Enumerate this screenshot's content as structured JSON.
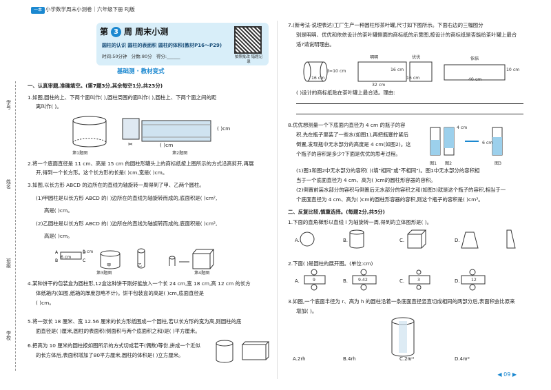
{
  "header": {
    "tag": "一本",
    "series": "小学数学周末小测卷｜六年级下册 RJ版",
    "week_pre": "第",
    "week_num": "3",
    "week_post": "周  周末小测",
    "topics": "圆柱的认识   圆柱的表面积   圆柱的体积(教材P16～P29)",
    "time": "时间:50分钟",
    "score": "分数:80分",
    "got": "得分:______",
    "qr_caption": "拍照批改 错题记录",
    "section": "基础测 · 教材变式"
  },
  "side": {
    "s1": "学号",
    "s2": "姓名",
    "s3": "班级",
    "s4": "学校"
  },
  "left": {
    "q1h": "一、认真审题,准确填空。(第7题3分,其余每空1分,共23分)",
    "q1a": "1.如图,圆柱的上、下两个面叫作(          ),圆柱周围的面叫作(          ),圆柱上、下两个面之间的距",
    "q1b": "离叫作(          )。",
    "cm1": "(          )cm",
    "cm2": "(          )cm",
    "f1": "第1题图",
    "f2": "第2题图",
    "q2a": "2.将一个底面直径是 11 cm、高是 15 cm 的圆柱形罐头上的商标纸按上图所示的方式沿高剪开,再展",
    "q2b": "开,得到一个长方形。这个长方形的长是(          )cm,宽是(          )cm。",
    "q3a": "3.如图,以长方形 ABCD 的边所在的直线为轴旋转一周得到了甲、乙两个圆柱。",
    "q3b": "(1)甲圆柱是以长方形 ABCD 的(          )边所在的直线为轴旋转而成的,底面积是(          )cm²,",
    "q3c": "高是(          )cm。",
    "q3d": "(2)乙圆柱是以长方形 ABCD 的(          )边所在的直线为轴旋转而成的,底面积是(          )cm²,",
    "q3e": "高是(          )cm。",
    "f3": "第3题图",
    "f4": "第4题图",
    "lab6": "6 cm",
    "lab1": "1 cm",
    "jia": "甲",
    "yi": "乙",
    "q4a": "4.某种饼干的包装盒为圆柱形,12盒这种饼干刚好能放入一个长 24 cm,宽 18 cm,高 12 cm 的长方",
    "q4b": "体纸箱内(如图,纸箱的厚度忽略不计)。饼干包装盒的高是(          )cm,底面直径是",
    "q4c": "(          )cm。",
    "q5a": "5.将一张长 18 厘米、宽 12.56 厘米的长方形纸围成一个圆柱,若以长方形的宽为高,则圆柱的底",
    "q5b": "面直径是(          )厘米,圆柱的表面积(侧面积与两个底面积之和)是(          )平方厘米。",
    "q6a": "6.把高为 10 厘米的圆柱按如图所示的方式切成若干(偶数)等份,拼成一个近似",
    "q6b": "的长方体后,表面积增加了80平方厘米,圆柱的体积是(          )立方厘米。"
  },
  "right": {
    "q7a": "7.(新考法·说理表达)工厂生产一种圆柱形茶叶罐,尺寸如下图所示。下面右边的三幅图分",
    "q7b": "别是明明、优优和依依设计的茶叶罐侧面的商标纸的示意图,按设计的商标纸是否能给茶叶罐上最合",
    "q7c": "适?请说明理由。",
    "n1": "明明",
    "n2": "优优",
    "n3": "依依",
    "d10": "d=10 cm",
    "h16": "16 cm",
    "w16": "16 cm",
    "w16b": "16 cm",
    "w32": "32 cm",
    "w40": "40 cm",
    "h10": "10 cm",
    "q7d": "(     )设计的商标纸贴在茶叶罐上最合适。理由:",
    "q8a": "8.优优想测量一个下底面内直径为 4 cm 的瓶子的容",
    "q8b": "积,先在瓶子里装了一些水(如图1),再把瓶塞拧紧后",
    "q8c": "倒置,发现瓶中无水部分的高度是 4 cm(如图2)。这",
    "q8d": "个瓶子的容积是多少?下面是优优的思考过程。",
    "q8e": "(1)图1和图2中无水部分的容积(          )(填\"相同\"或\"不相同\")。图1中无水部分的容积相",
    "q8f": "当于一个底面直径为 4 cm、高为(          )cm的圆柱形容器的容积。",
    "q8g": "(2)倒置前装水部分的容积与倒置后无水部分的容积之和(如图3)就是这个瓶子的容积,相当于一",
    "q8h": "个底面直径为 4 cm、高为(          )cm的圆柱形容器的容积,则这个瓶子的容积是(          )cm³。",
    "i1": "图1",
    "i2": "图2",
    "i3": "图3",
    "c4": "4 cm",
    "c6": "6 cm",
    "s2h": "二、反复比较,慎重选择。(每题2分,共5分)",
    "r1": "1.下面的直角梯形以直线 l 为轴旋转一周,得到的立体图形是(          )。",
    "o1a": "A.",
    "o1b": "B.",
    "o1c": "C.",
    "o1d": "D.",
    "r2": "2.下面(          )是圆柱的展开图。(单位:cm)",
    "o2a": "A.",
    "o2b": "B.",
    "o2c": "C.",
    "o2d": "D.",
    "v9": "9",
    "v942": "9.42",
    "v3": "3",
    "v12": "12",
    "r3a": "3.如图,一个底面半径为 r、高为 h 的圆柱沿着一条底面直径竖直切成相同的两部分后,表面积会比原来",
    "r3b": "增加(          )。",
    "o3a": "A.2rh",
    "o3b": "B.4rh",
    "o3c": "C.2πr²",
    "o3d": "D.4πr²",
    "page": "◀  09  ▶"
  }
}
